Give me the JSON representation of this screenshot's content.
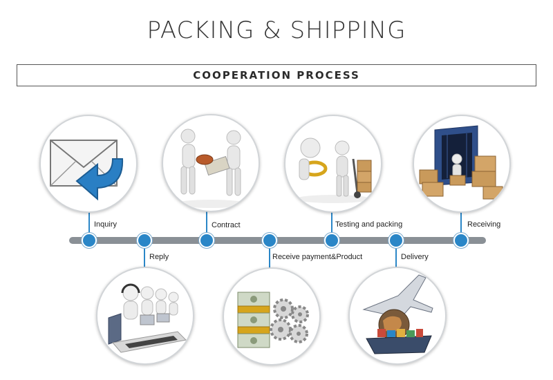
{
  "title": "PACKING & SHIPPING",
  "banner": "COOPERATION PROCESS",
  "steps": [
    {
      "label": "Inquiry",
      "icon": "envelope-reply-icon"
    },
    {
      "label": "Reply",
      "icon": "call-center-icon"
    },
    {
      "label": "Contract",
      "icon": "handshake-contract-icon"
    },
    {
      "label": "Receive payment&Product",
      "icon": "money-gears-icon"
    },
    {
      "label": "Testing and packing",
      "icon": "magnifier-hand-truck-icon"
    },
    {
      "label": "Delivery",
      "icon": "airplane-ship-globe-icon"
    },
    {
      "label": "Receiving",
      "icon": "container-boxes-icon"
    }
  ],
  "colors": {
    "accent": "#2a86c7",
    "timeline": "#8a9096"
  }
}
